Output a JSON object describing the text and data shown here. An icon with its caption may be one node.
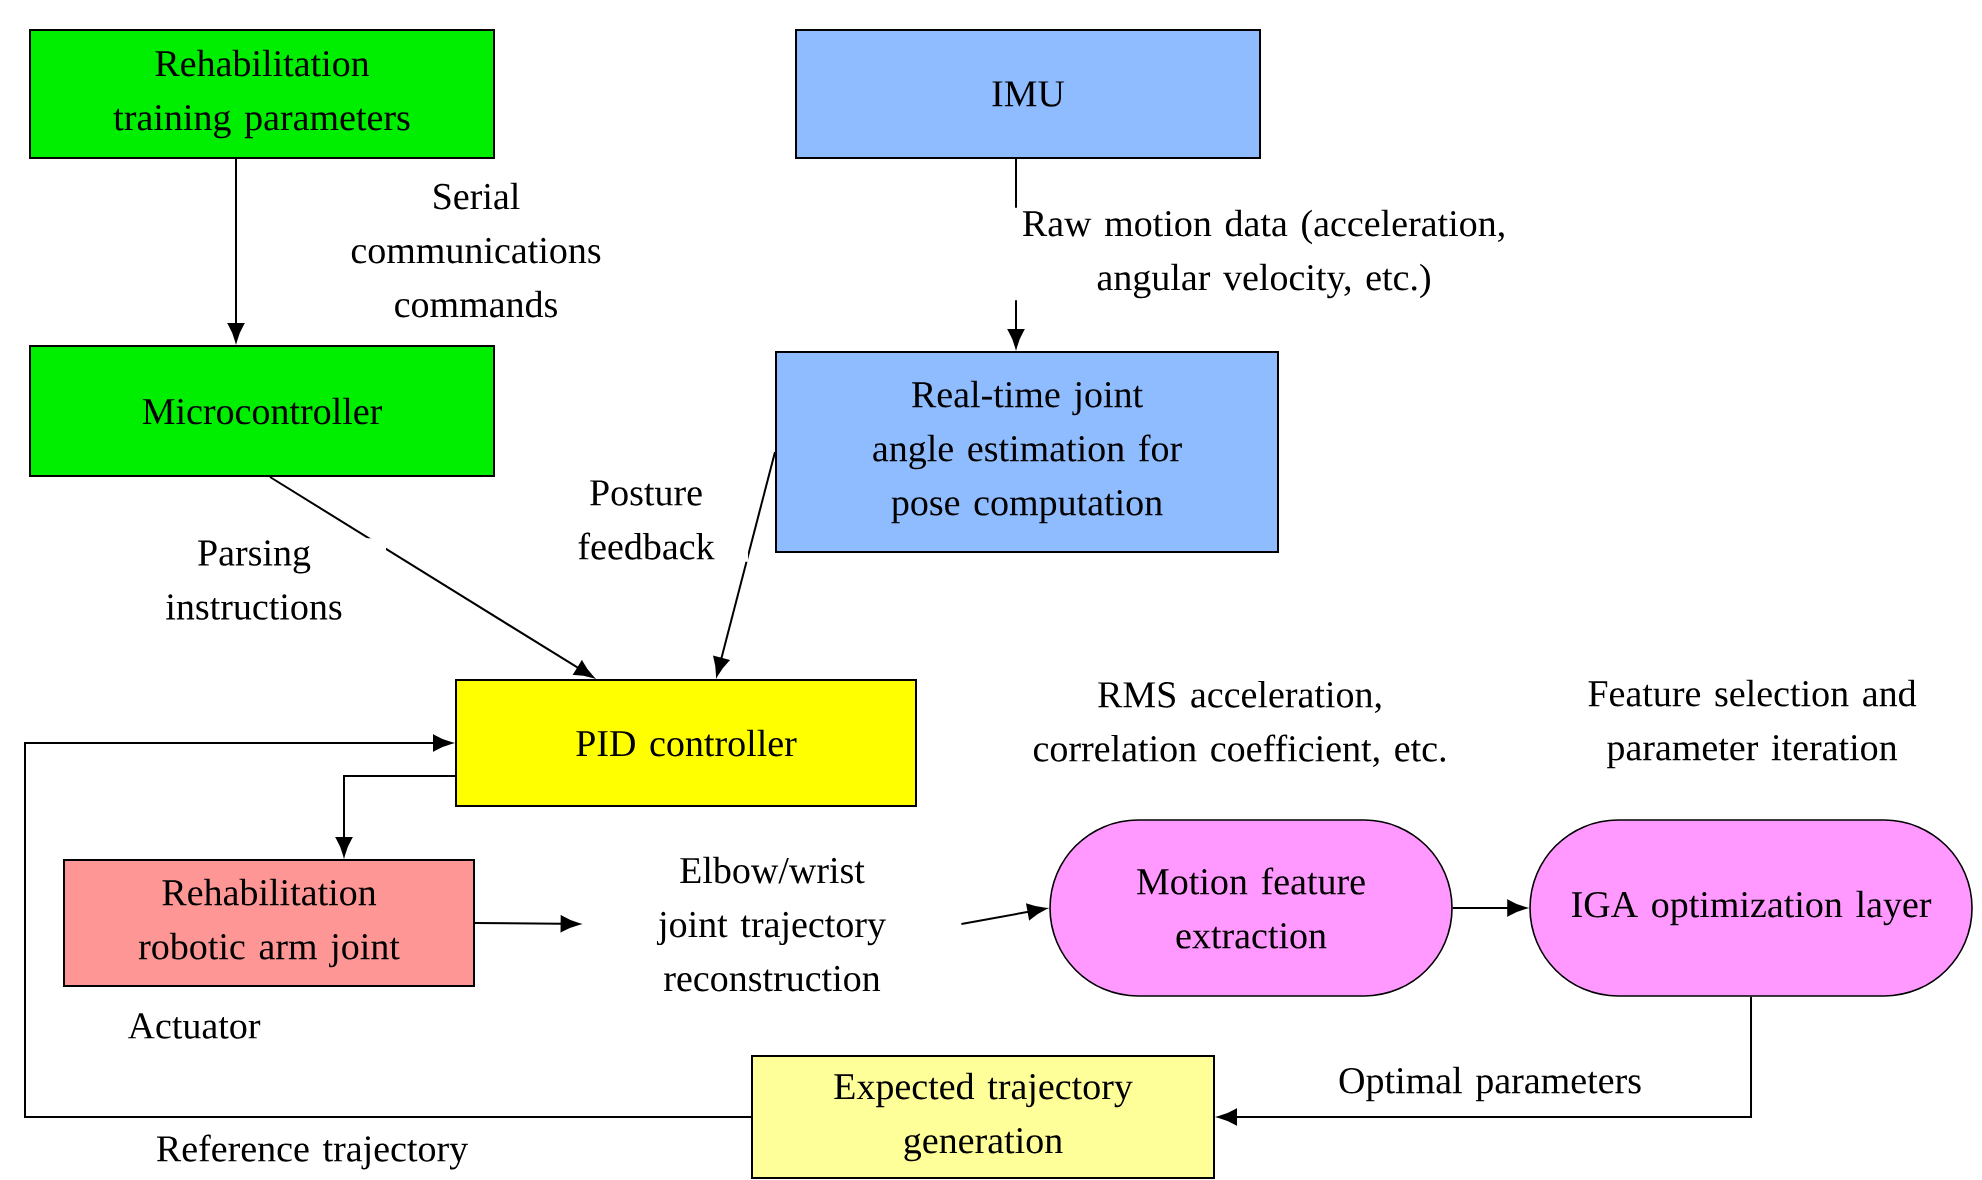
{
  "diagram": {
    "nodes": [
      {
        "text": [
          "Rehabilitation training parameters"
        ]
      },
      {
        "text": [
          "IMU"
        ]
      },
      {
        "text": [
          "Microcontroller"
        ]
      },
      {
        "text": [
          "Real-time joint angle estimation for pose computation"
        ]
      },
      {
        "text": [
          "PID controller"
        ]
      },
      {
        "text": [
          "Rehabilitation robotic arm joint"
        ],
        "beside": [
          "Actuator"
        ]
      },
      {
        "text": [
          "Elbow/wrist joint trajectory reconstruction"
        ]
      },
      {
        "text": [
          "Motion feature extraction"
        ],
        "beside": [
          "RMS acceleration, correlation coefficient, etc."
        ]
      },
      {
        "text": [
          "IGA optimization layer"
        ],
        "beside": [
          "Feature selection and parameter iteration"
        ]
      },
      {
        "text": [
          "Expected trajectory generation"
        ]
      }
    ],
    "edges": [
      {
        "from": 0,
        "to": 2,
        "arrow": "to",
        "label": "Serial communications commands"
      },
      {
        "from": 1,
        "to": 3,
        "arrow": "to",
        "label": "Raw motion data (acceleration, angular velocity, etc.)"
      },
      {
        "from": 2,
        "to": 4,
        "arrow": "to",
        "label": "Parsing instructions"
      },
      {
        "from": 3,
        "to": 4,
        "arrow": "to",
        "label": "Posture feedback"
      },
      {
        "from": 4,
        "to": 5,
        "arrow": "to"
      },
      {
        "from": 5,
        "to": 6,
        "arrow": "to"
      },
      {
        "from": 6,
        "to": 7,
        "arrow": "to"
      },
      {
        "from": 7,
        "to": 8,
        "arrow": "to"
      },
      {
        "from": 8,
        "to": 9,
        "arrow": "to",
        "label": "Optimal parameters"
      },
      {
        "from": 9,
        "to": 4,
        "arrow": "to",
        "label": "Reference trajectory"
      }
    ]
  }
}
